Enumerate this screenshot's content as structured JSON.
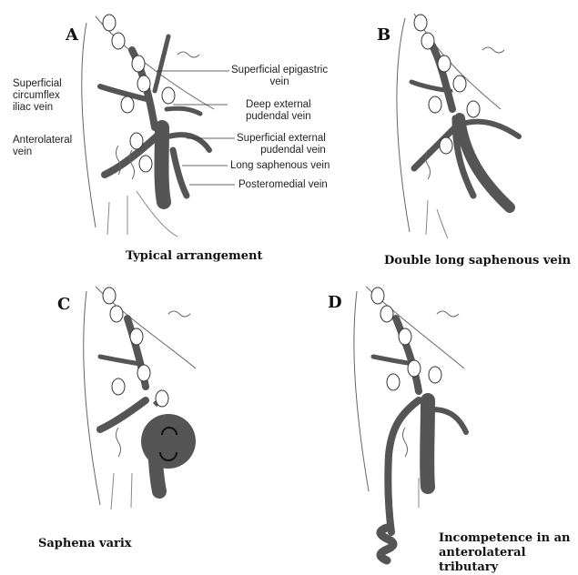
{
  "panels": [
    {
      "letter": "A",
      "caption": "Typical arrangement"
    },
    {
      "letter": "B",
      "caption": "Double long saphenous vein"
    },
    {
      "letter": "C",
      "caption": "Saphena varix"
    },
    {
      "letter": "D",
      "caption_line1": "Incompetence in an",
      "caption_line2": "anterolateral tributary"
    }
  ],
  "labels": {
    "superficial_circumflex_iliac_1": "Superficial",
    "superficial_circumflex_iliac_2": "circumflex",
    "superficial_circumflex_iliac_3": "iliac vein",
    "anterolateral_1": "Anterolateral",
    "anterolateral_2": "vein",
    "superficial_epigastric_1": "Superficial epigastric",
    "superficial_epigastric_2": "vein",
    "deep_external_pudendal_1": "Deep external",
    "deep_external_pudendal_2": "pudendal vein",
    "superficial_external_pudendal_1": "Superficial external",
    "superficial_external_pudendal_2": "pudendal vein",
    "long_saphenous": "Long saphenous vein",
    "posteromedial": "Posteromedial vein"
  },
  "colors": {
    "vein": "#555555",
    "node": "#ffffff",
    "outline": "#333333"
  }
}
